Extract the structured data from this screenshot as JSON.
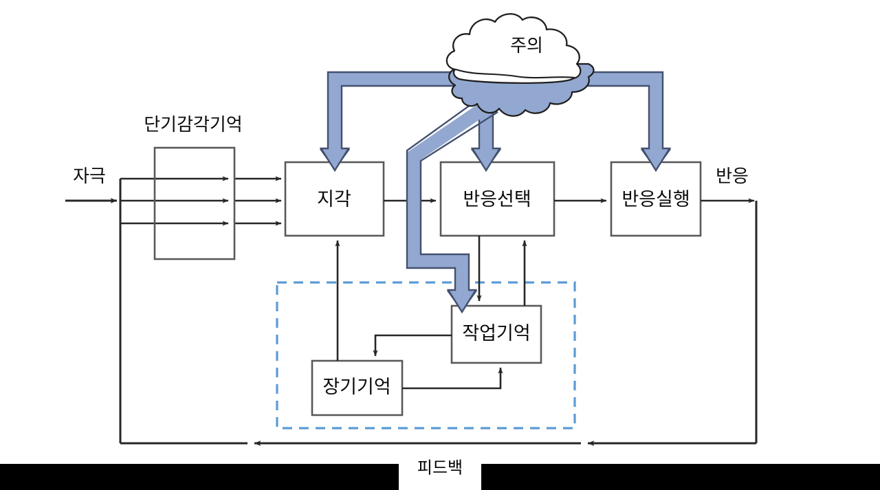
{
  "diagram": {
    "title": "주의",
    "colors": {
      "blue_fill": "#93a8d0",
      "blue_stroke": "#43506f",
      "dashed_border": "#5b9bd5",
      "box_stroke": "#595959",
      "line": "#262626",
      "text": "#0a0a0a",
      "bar": "#000000",
      "background": "#ffffff"
    },
    "nodes": {
      "sensory_memory": {
        "label": "단기감각기억"
      },
      "perception": {
        "label": "지각"
      },
      "response_selection": {
        "label": "반응선택"
      },
      "response_execution": {
        "label": "반응실행"
      },
      "working_memory": {
        "label": "작업기억"
      },
      "long_term_memory": {
        "label": "장기기억"
      },
      "attention_cloud": {
        "label": "주의"
      }
    },
    "edge_labels": {
      "stimulus": "자극",
      "response": "반응",
      "feedback": "피드백"
    }
  }
}
